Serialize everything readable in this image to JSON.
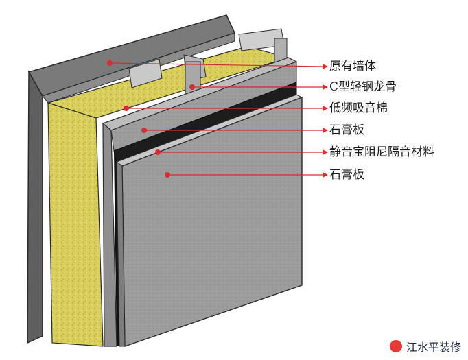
{
  "labels": [
    {
      "text": "原有墙体"
    },
    {
      "text": "C型轻钢龙骨"
    },
    {
      "text": "低频吸音棉"
    },
    {
      "text": "石膏板"
    },
    {
      "text": "静音宝阻尼隔音材料"
    },
    {
      "text": "石膏板"
    }
  ],
  "watermark": {
    "text": "江水平装修"
  },
  "colors": {
    "leader": "#d32f2f",
    "wall": "#6b6b6b",
    "wool": "#d8cf57",
    "board": "#9a9a9a",
    "damping": "#1c1c1c",
    "stud": "#b9b9b9"
  }
}
